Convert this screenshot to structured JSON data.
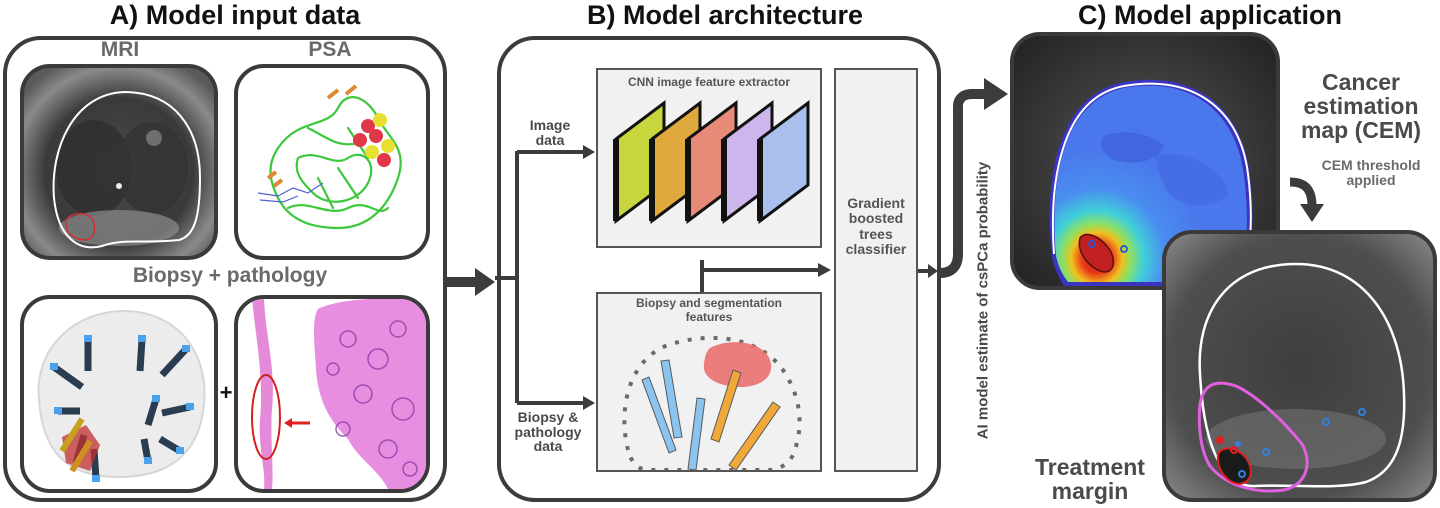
{
  "sections": {
    "a": {
      "title": "A) Model input data",
      "mri_label": "MRI",
      "psa_label": "PSA",
      "biopsy_label": "Biopsy + pathology",
      "plus_sign": "+"
    },
    "b": {
      "title": "B) Model architecture",
      "image_data_label": "Image\ndata",
      "biopsy_data_label": "Biopsy &\npathology\ndata",
      "cnn_box_title": "CNN image feature extractor",
      "cnn_layer_colors": [
        "#c6d63c",
        "#e0a93e",
        "#e88a78",
        "#cdb6ec",
        "#a9c0ec"
      ],
      "features_box_title": "Biopsy and segmentation\nfeatures",
      "classifier_label": "Gradient\nboosted\ntrees\nclassifier"
    },
    "output_arrow_label": "AI model estimate of csPCa probability",
    "c": {
      "title": "C) Model application",
      "cem_label": "Cancer\nestimation\nmap (CEM)",
      "threshold_label": "CEM threshold\napplied",
      "margin_label": "Treatment\nmargin"
    }
  },
  "colors": {
    "panel_border": "#3c3c3c",
    "gray_label": "#6a6a6a",
    "lesion_red": "#e0262a",
    "margin_magenta": "#e066e0",
    "biopsy_blue": "#8cc4f0",
    "biopsy_orange": "#f0a838",
    "segment_pink": "#ea7070"
  }
}
